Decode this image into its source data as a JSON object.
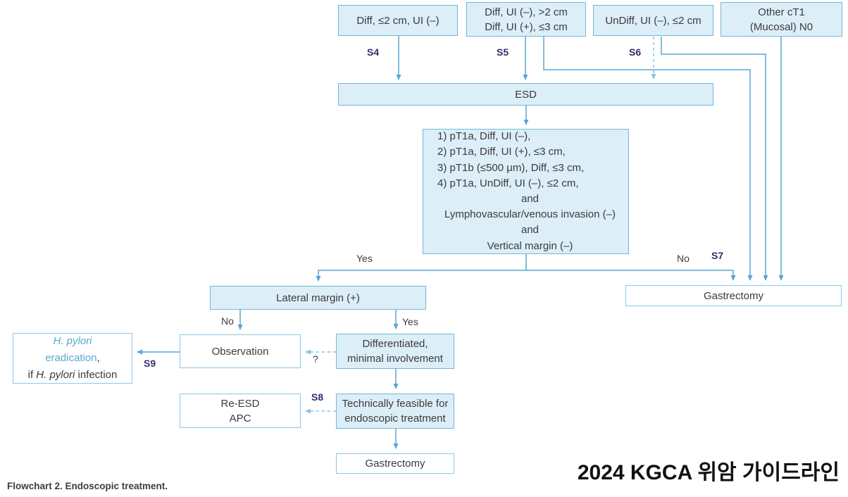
{
  "page": {
    "title_kr": "2024 KGCA 위암 가이드라인",
    "caption": "Flowchart 2. Endoscopic treatment."
  },
  "colors": {
    "box_fill": "#dceef8",
    "filled_box_border": "#74b7da",
    "white_box_border": "#8ec7e2",
    "solid_arrow": "#58a5d6",
    "dashed_arrow": "#8cc4e3",
    "step_label": "#312e6a",
    "text": "#3b3b3b",
    "h_pylori_blue": "#5aa7d2"
  },
  "nodes": {
    "diff_small": {
      "label": "Diff, ≤2 cm, UI (–)"
    },
    "diff_large": {
      "line1": "Diff, UI (–), >2 cm",
      "line2": "Diff, UI (+), ≤3 cm"
    },
    "undiff": {
      "label": "UnDiff, UI (–), ≤2 cm"
    },
    "other_ct1": {
      "line1": "Other cT1",
      "line2": "(Mucosal) N0"
    },
    "esd": {
      "label": "ESD"
    },
    "criteria": {
      "item1": "1) pT1a, Diff, UI (–),",
      "item2": "2) pT1a, Diff, UI (+), ≤3 cm,",
      "item3": "3) pT1b (≤500 μm), Diff, ≤3 cm,",
      "item4": "4) pT1a, UnDiff, UI (–), ≤2 cm,",
      "and1": "and",
      "lymphovascular": "Lymphovascular/venous invasion (–)",
      "and2": "and",
      "vertical_margin": "Vertical margin (–)"
    },
    "lateral_margin": {
      "label": "Lateral margin (+)"
    },
    "gastrectomy_right": {
      "label": "Gastrectomy"
    },
    "observation": {
      "label": "Observation"
    },
    "differentiated": {
      "line1": "Differentiated,",
      "line2": "minimal involvement"
    },
    "h_pylori": {
      "name_italic": "H. pylori",
      "eradication": "eradication",
      "comma": ",",
      "if_prefix": "if ",
      "name_italic2": "H. pylori",
      "suffix": " infection"
    },
    "re_esd": {
      "line1": "Re-ESD",
      "line2": "APC"
    },
    "feasible": {
      "line1": "Technically feasible for",
      "line2": "endoscopic treatment"
    },
    "gastrectomy_bottom": {
      "label": "Gastrectomy"
    }
  },
  "edge_labels": {
    "s4": "S4",
    "s5": "S5",
    "s6": "S6",
    "s7": "S7",
    "s8": "S8",
    "s9": "S9",
    "yes_criteria": "Yes",
    "no_criteria": "No",
    "no_lateral": "No",
    "yes_lateral": "Yes",
    "question": "?"
  }
}
